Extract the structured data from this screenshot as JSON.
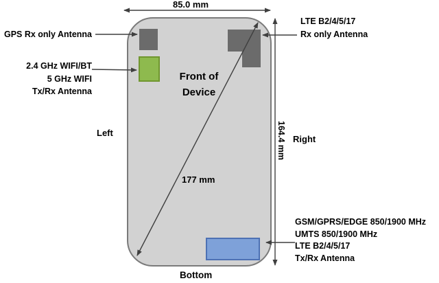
{
  "device": {
    "front_label": [
      "Front of",
      "Device"
    ]
  },
  "dimensions": {
    "width_label": "85.0 mm",
    "height_label": "164.4 mm",
    "diagonal_label": "177 mm"
  },
  "sides": {
    "left": "Left",
    "right": "Right",
    "bottom": "Bottom"
  },
  "antennas": {
    "gps": {
      "label": "GPS Rx only Antenna",
      "fill": "#6b6b6b"
    },
    "wifi": {
      "lines": [
        "2.4 GHz WIFI/BT",
        "5 GHz WIFI",
        "Tx/Rx Antenna"
      ],
      "fill": "#8eba4e",
      "border": "#70962f"
    },
    "lte_rx": {
      "lines": [
        "LTE B2/4/5/17",
        "Rx only Antenna"
      ],
      "fill": "#6b6b6b"
    },
    "cellular": {
      "lines": [
        "GSM/GPRS/EDGE 850/1900 MHz",
        "UMTS 850/1900 MHz",
        "LTE B2/4/5/17",
        "Tx/Rx Antenna"
      ],
      "fill": "#7ea1d9",
      "border": "#4d71b4"
    }
  },
  "colors": {
    "background": "#ffffff",
    "phone_fill": "#d2d2d2",
    "phone_border": "#7a7a7a",
    "arrow": "#3f3f3f",
    "text": "#000000"
  }
}
